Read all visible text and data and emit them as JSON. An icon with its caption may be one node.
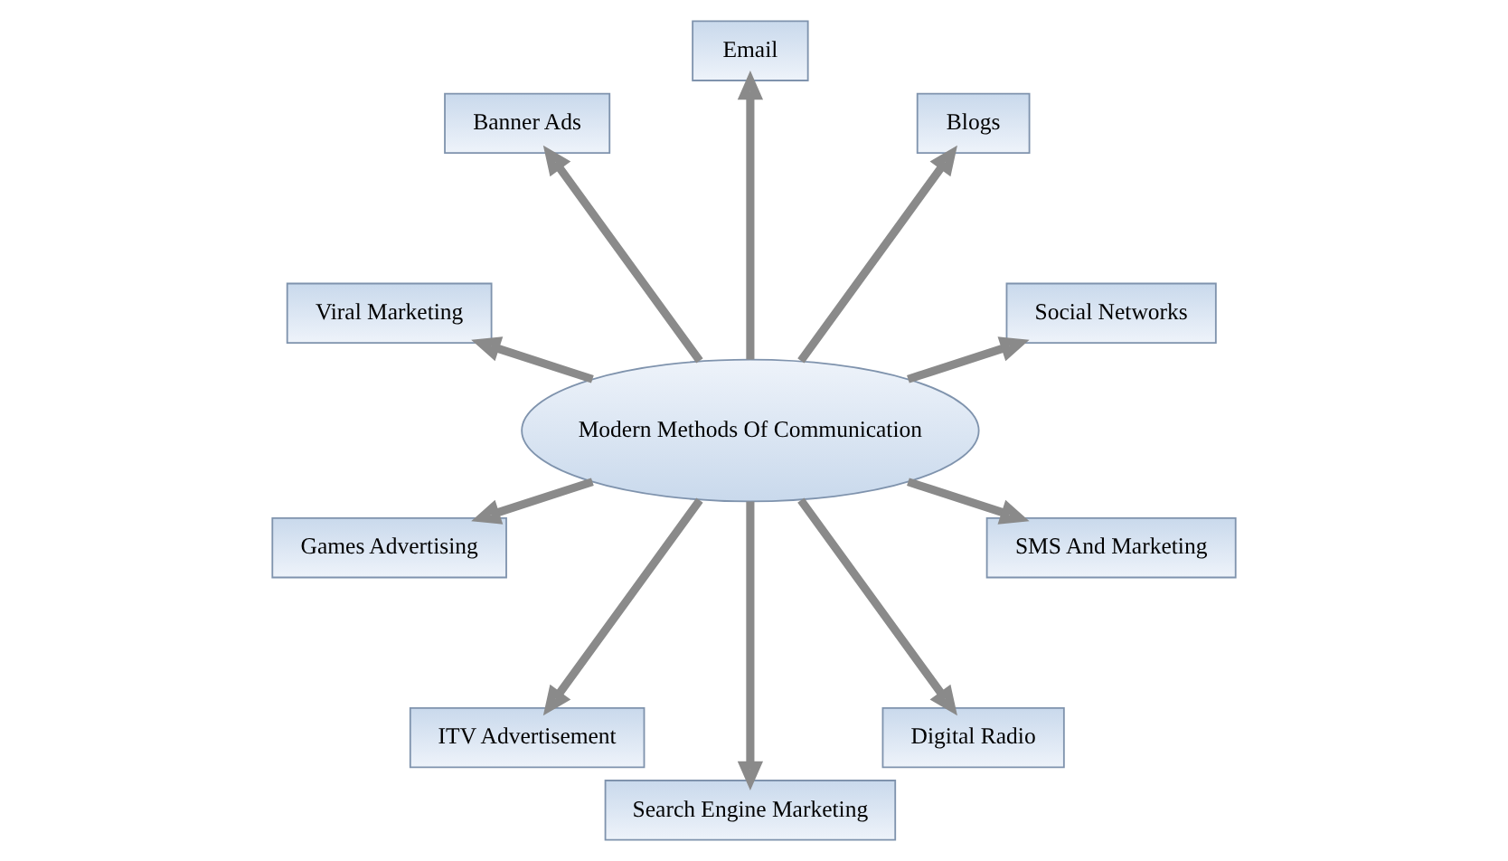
{
  "diagram": {
    "nodes": [
      {
        "text": [
          "Modern Methods Of Communication"
        ]
      },
      {
        "text": [
          "Social Networks"
        ]
      },
      {
        "text": [
          "Blogs"
        ]
      },
      {
        "text": [
          "Email"
        ]
      },
      {
        "text": [
          "Banner Ads"
        ]
      },
      {
        "text": [
          "Viral Marketing"
        ]
      },
      {
        "text": [
          "Games Advertising"
        ]
      },
      {
        "text": [
          "ITV Advertisement"
        ]
      },
      {
        "text": [
          "Search Engine Marketing"
        ]
      },
      {
        "text": [
          "Digital Radio"
        ]
      },
      {
        "text": [
          "SMS And Marketing"
        ]
      }
    ],
    "edges": [
      {
        "from": 0,
        "to": 1,
        "arrow": "to"
      },
      {
        "from": 0,
        "to": 2,
        "arrow": "to"
      },
      {
        "from": 0,
        "to": 4,
        "arrow": "to"
      },
      {
        "from": 0,
        "to": 6,
        "arrow": "to"
      },
      {
        "from": 0,
        "to": 8,
        "arrow": "to"
      },
      {
        "from": 0,
        "to": 10,
        "arrow": "to"
      },
      {
        "from": 0,
        "to": 9,
        "arrow": "to"
      },
      {
        "from": 0,
        "to": 7,
        "arrow": "to"
      },
      {
        "from": 0,
        "to": 5,
        "arrow": "to"
      },
      {
        "from": 0,
        "to": 3,
        "arrow": "to"
      }
    ]
  }
}
